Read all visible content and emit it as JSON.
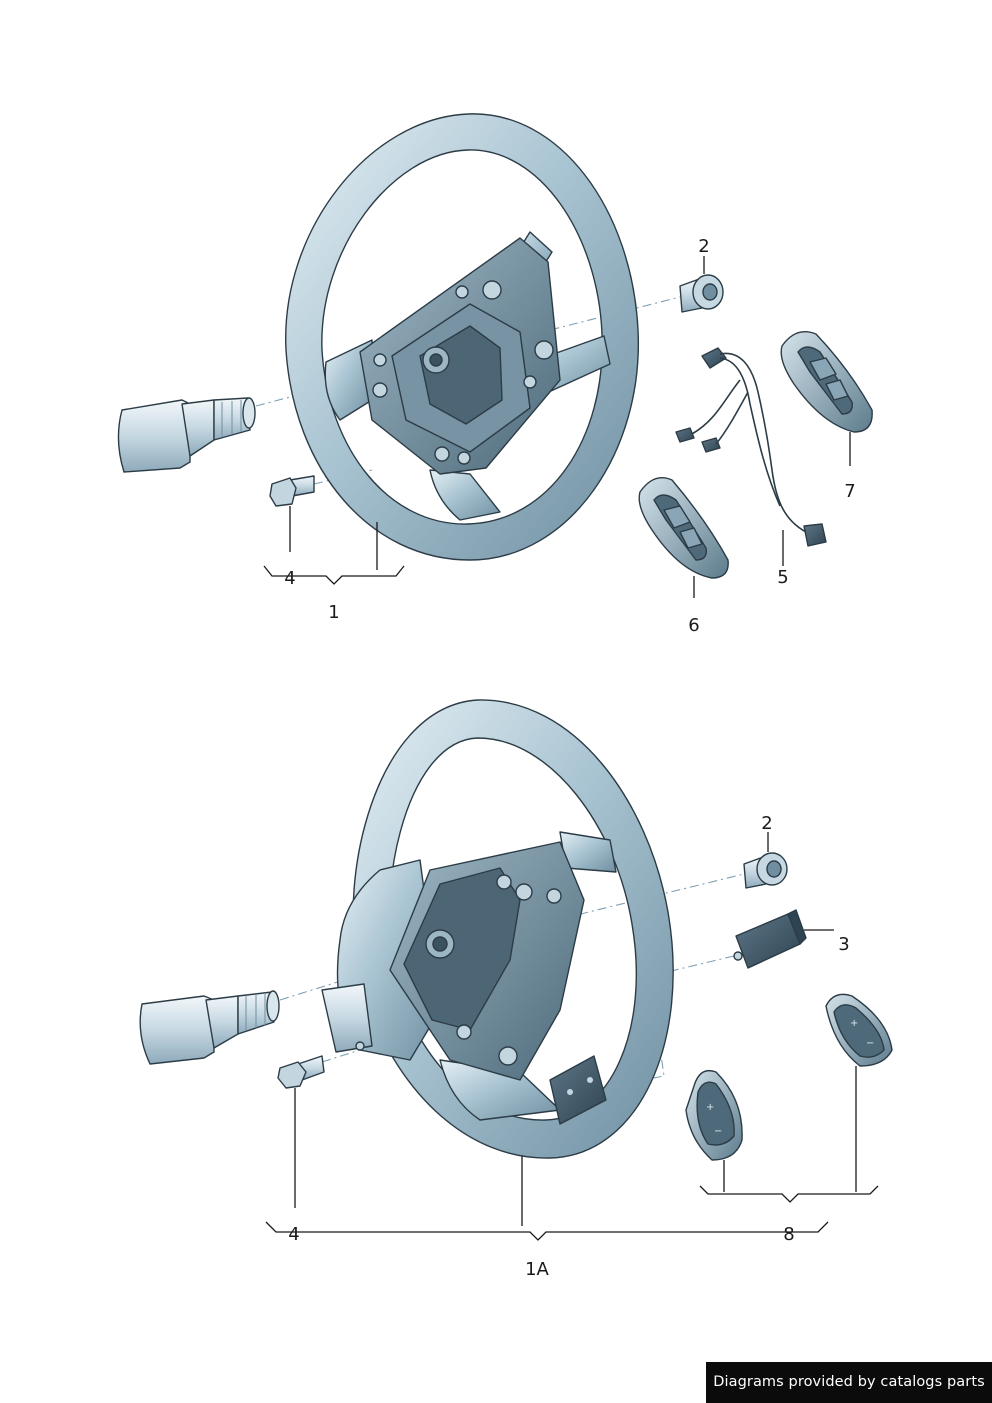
{
  "callouts": {
    "top": {
      "wheel": "1",
      "cap": "2",
      "bolt": "4",
      "harness": "5",
      "switch_left": "6",
      "switch_right": "7"
    },
    "bottom": {
      "wheel": "1A",
      "cap": "2",
      "module": "3",
      "bolt": "4",
      "paddles": "8"
    }
  },
  "credit": "Diagrams provided by catalogs parts",
  "colors": {
    "metal_light": "#dce9f0",
    "metal_mid": "#a9c4d2",
    "metal_dark": "#5f7f91",
    "outline": "#2c3c46"
  }
}
